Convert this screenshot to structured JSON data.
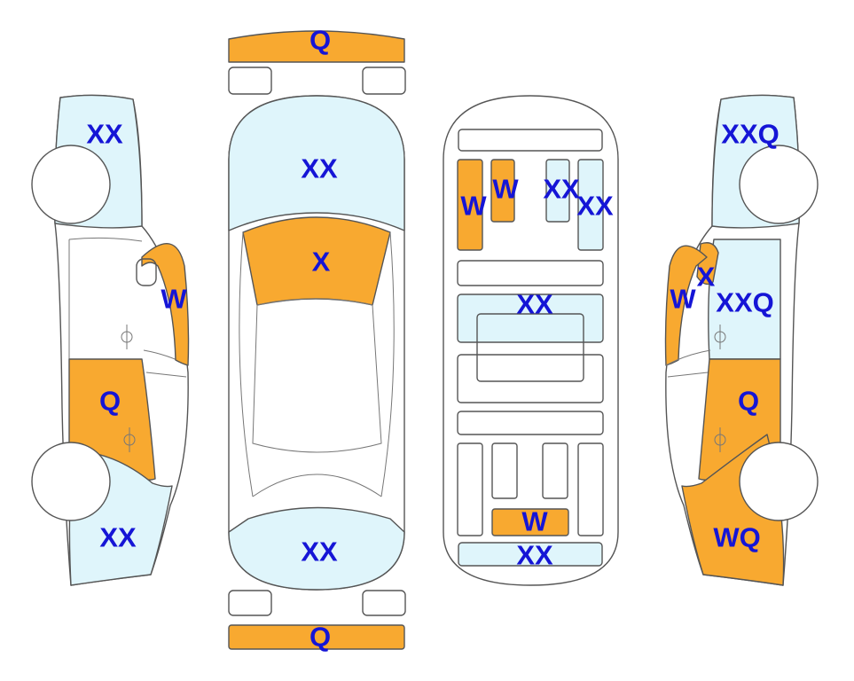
{
  "colors": {
    "damaged": "#f8a930",
    "light": "#dff5fb",
    "outline": "#555555",
    "label": "#1515d6",
    "background": "#ffffff"
  },
  "left_side": {
    "rear_fender": "XX",
    "rear_door_window": "W",
    "rear_door": "Q",
    "front_fender": "XX"
  },
  "top_view": {
    "rear_bumper": "Q",
    "trunk": "XX",
    "rear_window": "X",
    "hood": "XX",
    "front_bumper": "Q"
  },
  "underbody": {
    "left_panel_1": "W",
    "left_panel_2": "W",
    "right_panel_1": "XX",
    "right_panel_2": "XX",
    "middle_panel": "XX",
    "front_small_panel": "W",
    "front_panel": "XX"
  },
  "right_side": {
    "rear_fender": "XXQ",
    "quarter_glass": "X",
    "rear_door_window": "W",
    "rear_door_upper": "XXQ",
    "rear_door": "Q",
    "front_fender": "WQ"
  }
}
